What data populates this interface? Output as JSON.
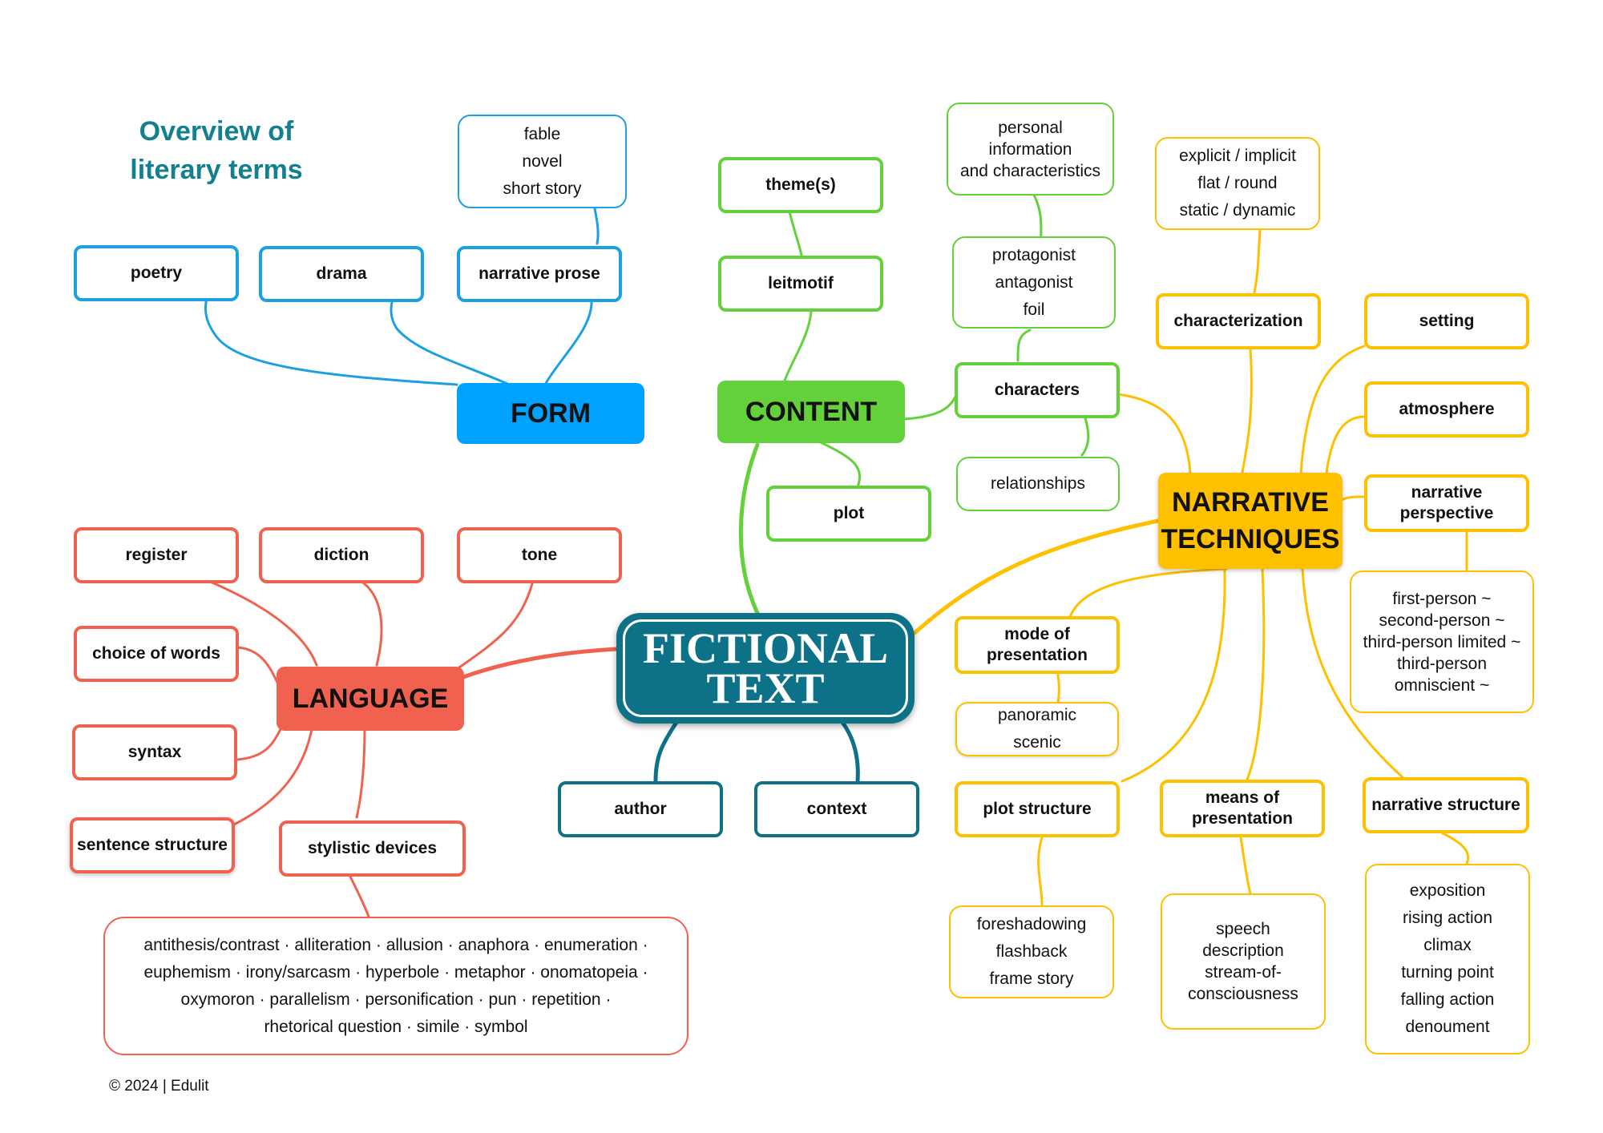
{
  "title": "Overview of\nliterary terms",
  "center": "FICTIONAL\nTEXT",
  "copyright": "© 2024 | Edulit",
  "colors": {
    "form": "#1ba1e2",
    "form_fill": "#00a2ff",
    "content": "#63d23a",
    "language": "#f0624f",
    "narrative": "#ffc000",
    "center": "#0d7287"
  },
  "form": {
    "label": "FORM",
    "poetry": "poetry",
    "drama": "drama",
    "narrative_prose": "narrative prose",
    "prose_types": "fable\nnovel\nshort story"
  },
  "content": {
    "label": "CONTENT",
    "themes": "theme(s)",
    "leitmotif": "leitmotif",
    "plot": "plot",
    "characters": "characters",
    "personal_info": "personal\ninformation\nand characteristics",
    "roles": "protagonist\nantagonist\nfoil",
    "relationships": "relationships"
  },
  "language": {
    "label": "LANGUAGE",
    "register": "register",
    "diction": "diction",
    "tone": "tone",
    "choice_of_words": "choice of words",
    "syntax": "syntax",
    "sentence_structure": "sentence structure",
    "stylistic_devices": "stylistic devices",
    "devices_list": "antithesis/contrast · alliteration · allusion · anaphora · enumeration ·\neuphemism · irony/sarcasm · hyperbole · metaphor · onomatopeia ·\noxymoron · parallelism · personification · pun · repetition ·\nrhetorical question · simile · symbol"
  },
  "narrative": {
    "label": "NARRATIVE\nTECHNIQUES",
    "characterization": "characterization",
    "char_types": "explicit / implicit\nflat / round\nstatic / dynamic",
    "setting": "setting",
    "atmosphere": "atmosphere",
    "perspective": "narrative\nperspective",
    "perspective_types": "first-person ~\nsecond-person ~\nthird-person limited ~\nthird-person\nomniscient ~",
    "mode": "mode of\npresentation",
    "mode_types": "panoramic\nscenic",
    "plot_structure": "plot structure",
    "plot_devices": "foreshadowing\nflashback\nframe story",
    "means": "means of\npresentation",
    "means_types": "speech\ndescription\nstream-of-\nconsciousness",
    "structure": "narrative structure",
    "structure_types": "exposition\nrising action\nclimax\nturning point\nfalling action\ndenoument"
  },
  "author": "author",
  "context": "context"
}
